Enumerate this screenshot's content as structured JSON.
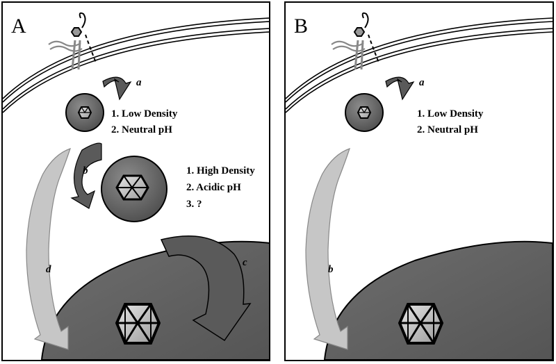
{
  "panels": [
    {
      "id": "A",
      "letter": "A",
      "arrows": {
        "a": "a",
        "b": "b",
        "c": "c",
        "d": "d"
      },
      "small_vesicle_list": [
        "1. Low Density",
        "2. Neutral pH"
      ],
      "large_vesicle_list": [
        "1. High Density",
        "2. Acidic pH",
        "3. ?"
      ]
    },
    {
      "id": "B",
      "letter": "B",
      "arrows": {
        "a": "a",
        "b": "b"
      },
      "small_vesicle_list": [
        "1. Low Density",
        "2. Neutral pH"
      ]
    }
  ],
  "colors": {
    "nucleus": "#626262",
    "vesicle": "#707070",
    "dark_arrow": "#5a5a5a",
    "light_arrow": "#c4c4c4",
    "outline": "#000000"
  }
}
